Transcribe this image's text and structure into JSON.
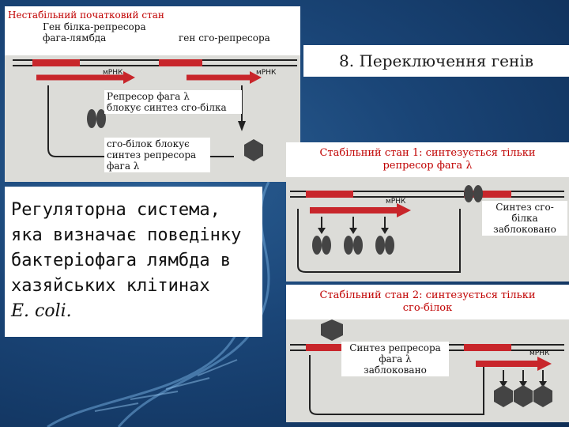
{
  "title": "8. Переключення генів",
  "top_panel": {
    "heading": "Нестабільний початковий стан",
    "gene_repressor_line1": "Ген білка-репресора",
    "gene_repressor_line2": "фага-лямбда",
    "gene_cro": "ген сго-репресора",
    "mrna_label_1": "мРНК",
    "mrna_label_2": "мРНК",
    "caption_repressor_line1": "Репресор фага λ",
    "caption_repressor_line2": "блокує синтез сго-білка",
    "caption_cro_line1": "сго-білок блокує",
    "caption_cro_line2": "синтез репресора",
    "caption_cro_line3": "фага λ"
  },
  "main_text": {
    "line1": "Регуляторна система,",
    "line2": "яка визначає поведінку",
    "line3": "бактеріофага лямбда в",
    "line4": "хазяйських клітинах",
    "line5": "E. coli."
  },
  "stable1": {
    "heading_line1": "Стабільний стан 1: синтезується тільки",
    "heading_line2": "репресор фага λ",
    "mrna_label": "мРНК",
    "caption_line1": "Синтез сго-",
    "caption_line2": "білка",
    "caption_line3": "заблоковано"
  },
  "stable2": {
    "heading_line1": "Стабільний стан 2: синтезується тільки",
    "heading_line2": "сго-білок",
    "mrna_label": "мРНК",
    "caption_line1": "Синтез репресора",
    "caption_line2": "фага λ",
    "caption_line3": "заблоковано"
  },
  "colors": {
    "accent_red": "#c00000",
    "arrow_red": "#c8262b",
    "background_blue": "#1a4577"
  }
}
